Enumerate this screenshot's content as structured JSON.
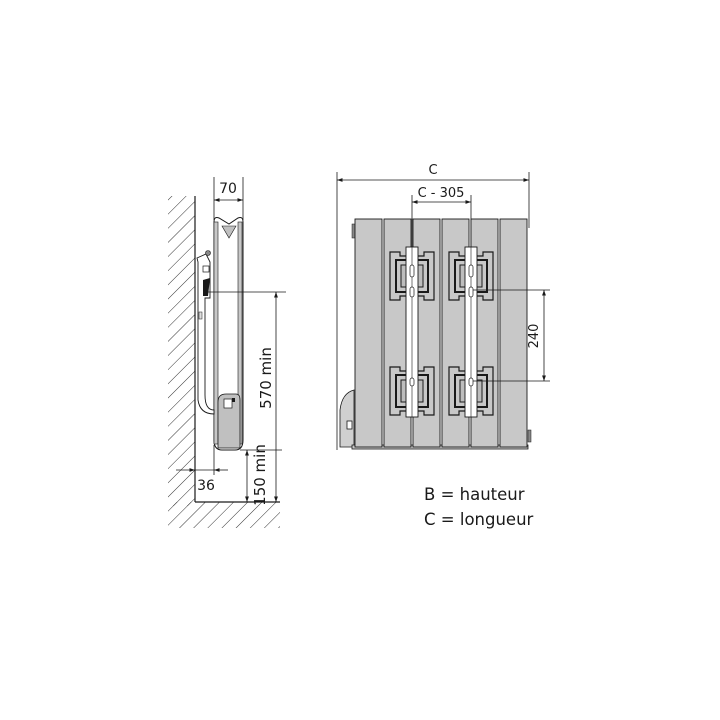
{
  "diagram": {
    "type": "technical-dimension-drawing",
    "subject": "wall-mounted column radiator",
    "side_view": {
      "depth_label": "70",
      "wall_gap_label": "36",
      "bracket_height_label": "570 min",
      "floor_clearance_label": "150 min"
    },
    "front_view": {
      "overall_length_label": "C",
      "bracket_spacing_label": "C - 305",
      "bracket_vertical_spacing_label": "240",
      "column_count": 6
    },
    "legend": [
      {
        "key": "B",
        "eq": "=",
        "meaning": "hauteur"
      },
      {
        "key": "C",
        "eq": "=",
        "meaning": "longueur"
      }
    ],
    "colors": {
      "panel_fill": "#c8c8c8",
      "line": "#1a1a1a",
      "background": "#ffffff"
    }
  }
}
